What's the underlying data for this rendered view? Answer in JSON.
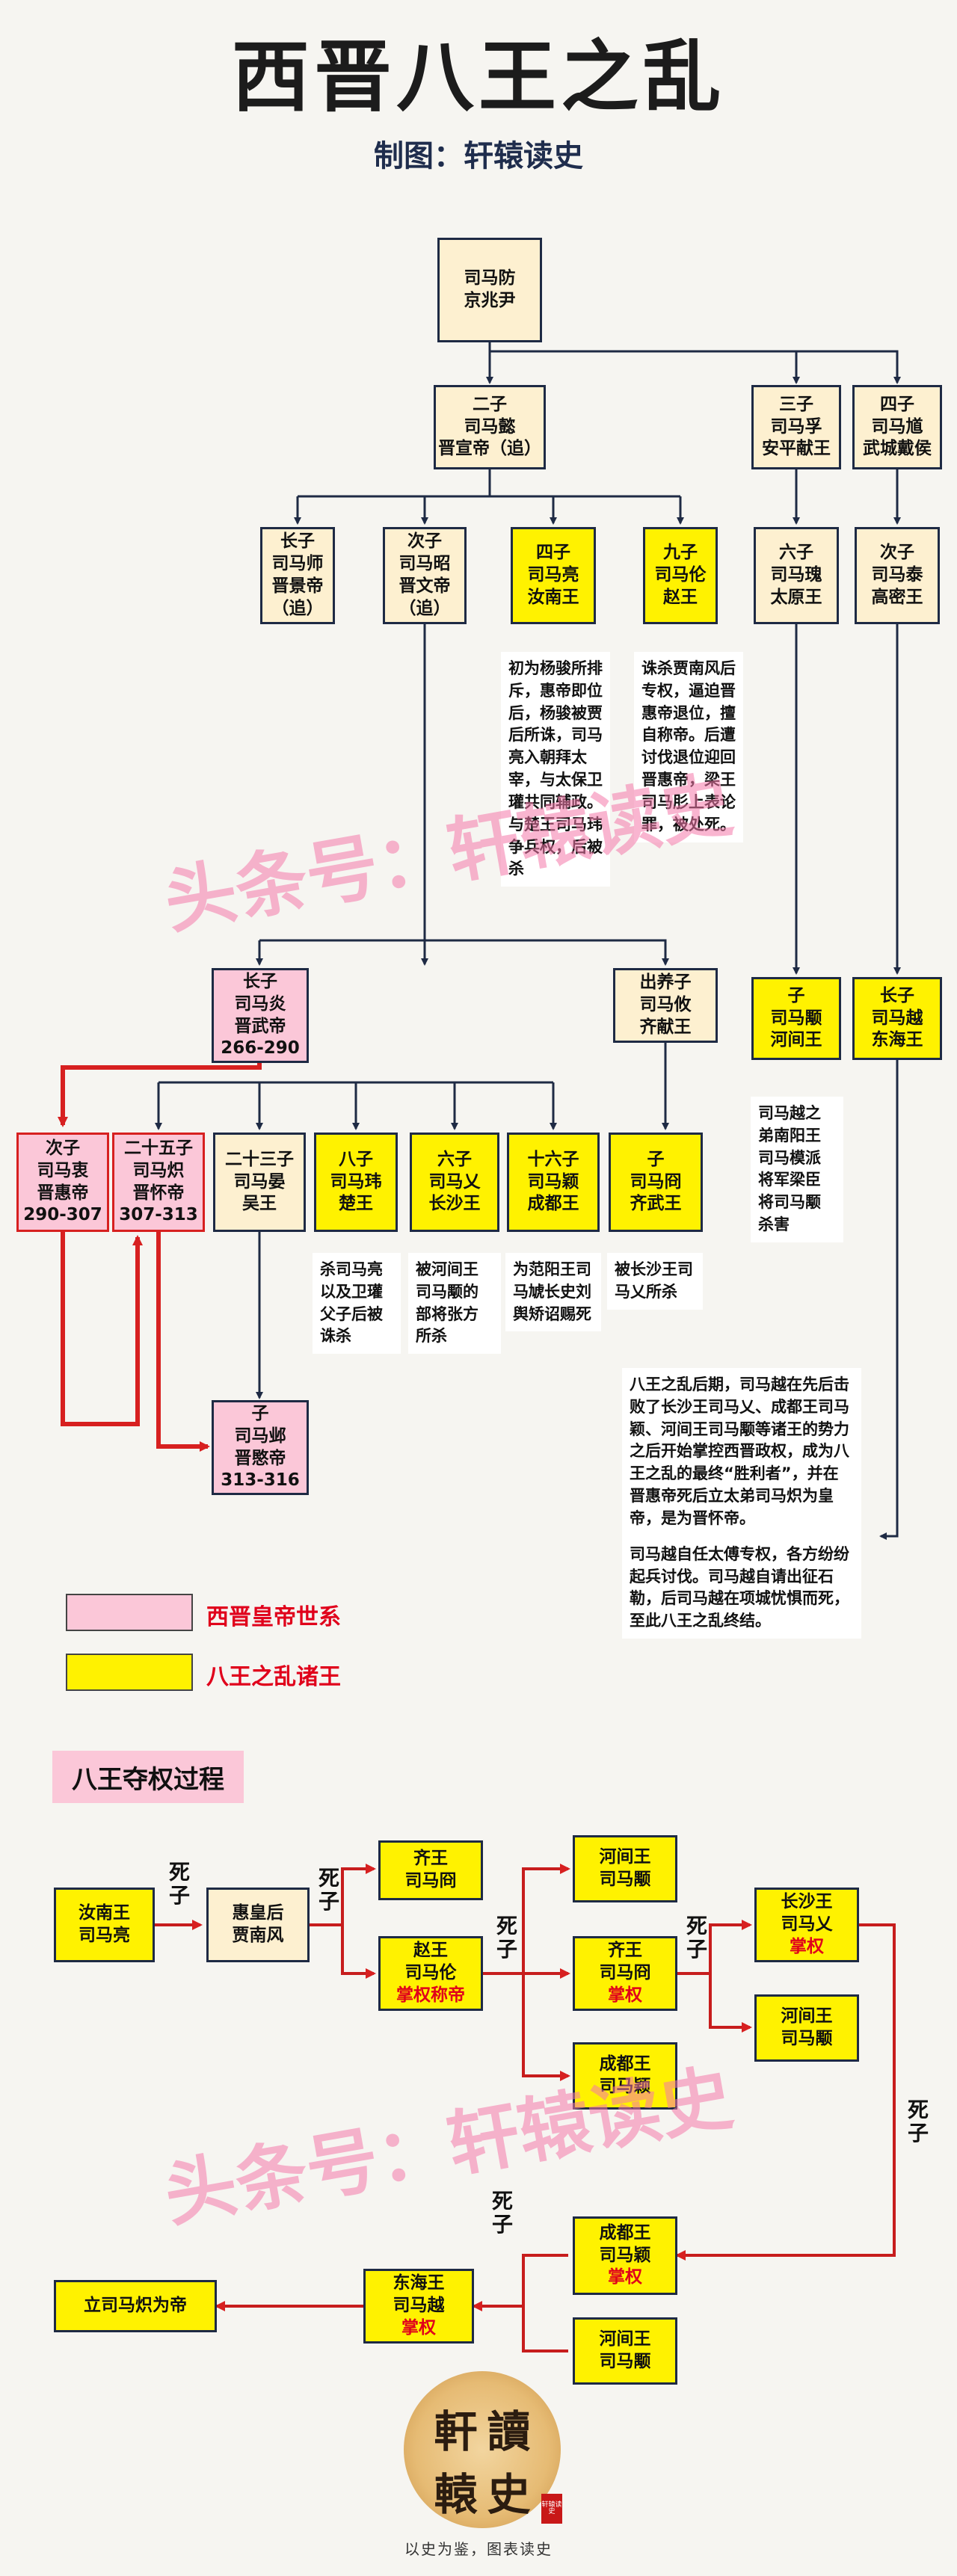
{
  "title": "西晋八王之乱",
  "subtitle": "制图：轩辕读史",
  "tree": {
    "fang": [
      "司马防",
      "京兆尹"
    ],
    "yi": [
      "二子",
      "司马懿",
      "晋宣帝（追）"
    ],
    "fu": [
      "三子",
      "司马孚",
      "安平献王"
    ],
    "kui": [
      "四子",
      "司马馗",
      "武城戴侯"
    ],
    "shi": [
      "长子",
      "司马师",
      "晋景帝",
      "（追）"
    ],
    "zhao": [
      "次子",
      "司马昭",
      "晋文帝",
      "（追）"
    ],
    "liang": [
      "四子",
      "司马亮",
      "汝南王"
    ],
    "lun": [
      "九子",
      "司马伦",
      "赵王"
    ],
    "gui": [
      "六子",
      "司马瑰",
      "太原王"
    ],
    "tai": [
      "次子",
      "司马泰",
      "高密王"
    ],
    "yan": [
      "长子",
      "司马炎",
      "晋武帝",
      "266-290"
    ],
    "you": [
      "出养子",
      "司马攸",
      "齐献王"
    ],
    "yong": [
      "子",
      "司马颙",
      "河间王"
    ],
    "yue": [
      "长子",
      "司马越",
      "东海王"
    ],
    "zhong": [
      "次子",
      "司马衷",
      "晋惠帝",
      "290-307"
    ],
    "chi": [
      "二十五子",
      "司马炽",
      "晋怀帝",
      "307-313"
    ],
    "yan2": [
      "二十三子",
      "司马晏",
      "吴王"
    ],
    "wei": [
      "八子",
      "司马玮",
      "楚王"
    ],
    "ai": [
      "六子",
      "司马乂",
      "长沙王"
    ],
    "ying": [
      "十六子",
      "司马颖",
      "成都王"
    ],
    "jiong": [
      "子",
      "司马冏",
      "齐武王"
    ],
    "ye": [
      "子",
      "司马邺",
      "晋愍帝",
      "313-316"
    ]
  },
  "notes": {
    "liang": "初为杨骏所排斥，惠帝即位后，杨骏被贾后所诛，司马亮入朝拜太宰，与太保卫瓘共同辅政。与楚王司马玮争兵权，后被杀",
    "lun": "诛杀贾南风后专权，逼迫晋惠帝退位，擅自称帝。后遭讨伐退位迎回晋惠帝，梁王司马肜上表论罪，被处死。",
    "yong": "司马越之弟南阳王司马模派将军梁臣将司马颙杀害",
    "wei": "杀司马亮以及卫瓘父子后被诛杀",
    "ai": "被河间王司马颙的部将张方所杀",
    "ying": "为范阳王司马虓长史刘舆矫诏赐死",
    "jiong": "被长沙王司马乂所杀",
    "summary1": "八王之乱后期，司马越在先后击败了长沙王司马乂、成都王司马颖、河间王司马颙等诸王的势力之后开始掌控西晋政权，成为八王之乱的最终“胜利者”，并在晋惠帝死后立太弟司马炽为皇帝，是为晋怀帝。",
    "summary2": "司马越自任太傅专权，各方纷纷起兵讨伐。司马越自请出征石勒，后司马越在项城忧惧而死，至此八王之乱终结。"
  },
  "legend": {
    "emperor": "西晋皇帝世系",
    "princes": "八王之乱诸王",
    "colors": {
      "emperor": "#fbc7d8",
      "princes": "#fff200"
    }
  },
  "flow": {
    "section_title": "八王夺权过程",
    "label_death": "死子",
    "label_death2": "死子",
    "label_death3": "死子",
    "label_death4": "死子",
    "label_death5": "死子",
    "label_death6": "死子",
    "ru_nan": [
      "汝南王",
      "司马亮"
    ],
    "jia": [
      "惠皇后",
      "贾南风"
    ],
    "qi1": [
      "齐王",
      "司马冏"
    ],
    "zhao": [
      "赵王",
      "司马伦"
    ],
    "zhao_tag": "掌权称帝",
    "hj1": [
      "河间王",
      "司马颙"
    ],
    "qi2": [
      "齐王",
      "司马冏"
    ],
    "qi2_tag": "掌权",
    "cd1": [
      "成都王",
      "司马颖"
    ],
    "cs": [
      "长沙王",
      "司马乂"
    ],
    "cs_tag": "掌权",
    "hj2": [
      "河间王",
      "司马颙"
    ],
    "cd2": [
      "成都王",
      "司马颖"
    ],
    "cd2_tag": "掌权",
    "hj3": [
      "河间王",
      "司马颙"
    ],
    "dh": [
      "东海王",
      "司马越"
    ],
    "dh_tag": "掌权",
    "final": "立司马炽为帝"
  },
  "watermark": "头条号：轩辕读史",
  "seal": [
    "讀",
    "軒",
    "史",
    "轅"
  ],
  "stamp": "轩辕读史",
  "slogan": "以史为鉴，图表读史"
}
